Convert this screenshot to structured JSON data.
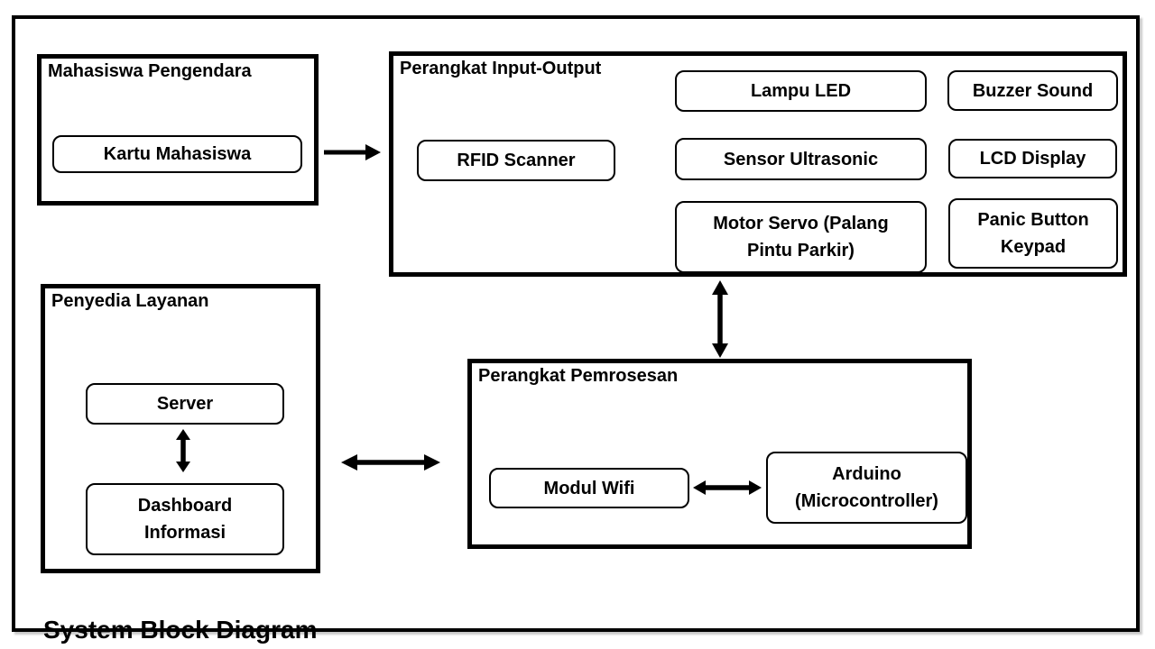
{
  "diagram_title": "System Block Diagram",
  "blocks": {
    "mahasiswa_pengendara": {
      "label": "Mahasiswa Pengendara",
      "components": {
        "kartu_mahasiswa": "Kartu Mahasiswa"
      }
    },
    "perangkat_input_output": {
      "label": "Perangkat Input-Output",
      "components": {
        "rfid_scanner": "RFID Scanner",
        "lampu_led": "Lampu LED",
        "buzzer_sound": "Buzzer Sound",
        "sensor_ultrasonic": "Sensor Ultrasonic",
        "lcd_display": "LCD Display",
        "motor_servo": "Motor Servo (Palang Pintu Parkir)",
        "panic_button_keypad": "Panic Button Keypad"
      }
    },
    "penyedia_layanan": {
      "label": "Penyedia Layanan",
      "components": {
        "server": "Server",
        "dashboard_informasi": "Dashboard Informasi"
      }
    },
    "perangkat_pemrosesan": {
      "label": "Perangkat Pemrosesan",
      "components": {
        "modul_wifi": "Modul Wifi",
        "arduino": "Arduino (Microcontroller)"
      }
    }
  },
  "connections": [
    "Kartu Mahasiswa -> Perangkat Input-Output",
    "Perangkat Input-Output <-> Perangkat Pemrosesan",
    "Penyedia Layanan <-> Perangkat Pemrosesan",
    "Server <-> Dashboard Informasi",
    "Modul Wifi <-> Arduino (Microcontroller)"
  ],
  "colors": {
    "line": "#000000",
    "background": "#ffffff"
  }
}
